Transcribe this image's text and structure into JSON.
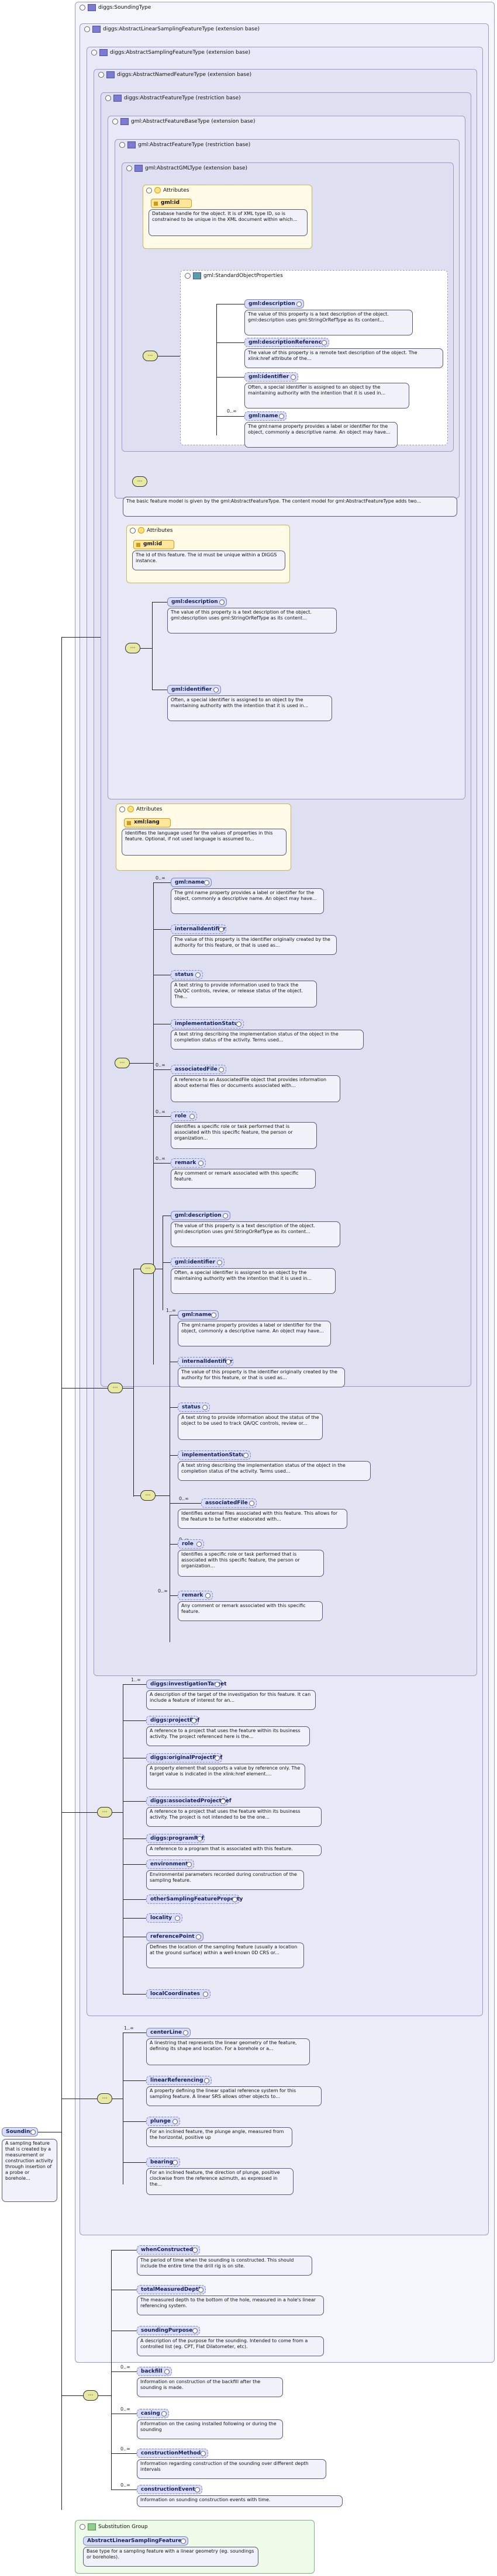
{
  "root": {
    "name": "Sounding",
    "doc": "A sampling feature that is created by a measurement or construction activity through insertion of a probe or borehole..."
  },
  "frames": {
    "sounding_type": "diggs:SoundingType",
    "abstract_linear_sampling": "diggs:AbstractLinearSamplingFeatureType (extension base)",
    "abstract_sampling": "diggs:AbstractSamplingFeatureType (extension base)",
    "abstract_named": "diggs:AbstractNamedFeatureType (extension base)",
    "abstract_feature_restr": "diggs:AbstractFeatureType (restriction base)",
    "gml_feature_base": "gml:AbstractFeatureBaseType (extension base)",
    "gml_feature_restr": "gml:AbstractFeatureType (restriction base)",
    "gml_gml_type": "gml:AbstractGMLType (extension base)"
  },
  "attributes": {
    "header": "Attributes",
    "gml_id": "gml:id",
    "gml_id_doc": "Database handle for the object. It is of XML type ID, so is constrained to be unique in the XML document within which...",
    "gml_id2": "gml:id",
    "gml_id2_doc": "The id of this feature. The id must be unique within a DIGGS instance.",
    "xml_lang": "xml:lang",
    "xml_lang_doc": "Identifies the language used for the values of properties in this feature. Optional, if not used language is assumed to..."
  },
  "std_props": {
    "group_label": "gml:StandardObjectProperties",
    "items": [
      {
        "name": "gml:description",
        "doc": "The value of this property is a text description of the object. gml:description uses gml:StringOrRefType as its content..."
      },
      {
        "name": "gml:descriptionReference",
        "doc": "The value of this property is a remote text description of the object. The xlink:href attribute of the..."
      },
      {
        "name": "gml:identifier",
        "doc": "Often, a special identifier is assigned to an object by the maintaining authority with the intention that it is used in..."
      },
      {
        "name": "gml:name",
        "doc": "The gml:name property provides a label or identifier for the object, commonly a descriptive name. An object may have..."
      }
    ]
  },
  "feature_base_doc": "The basic feature model is given by the gml:AbstractFeatureType. The content model for gml:AbstractFeatureType adds two...",
  "restr_elements": [
    {
      "name": "gml:description",
      "doc": "The value of this property is a text description of the object. gml:description uses gml:StringOrRefType as its content..."
    },
    {
      "name": "gml:identifier",
      "doc": "Often, a special identifier is assigned to an object by the maintaining authority with the intention that it is used in..."
    }
  ],
  "named_elements": [
    {
      "name": "gml:name",
      "doc": "The gml:name property provides a label or identifier for the object, commonly a descriptive name. An object may have..."
    },
    {
      "name": "internalIdentifier",
      "doc": "The value of this property is the identifier originally created by the authority for this feature, or that is used as..."
    },
    {
      "name": "status",
      "doc": "A text string to provide information used to track the QA/QC controls, review, or release status of the object. The..."
    },
    {
      "name": "implementationStatus",
      "doc": "A text string describing the implementation status of the object in the completion status of the activity. Terms used..."
    },
    {
      "name": "associatedFile",
      "doc": "A reference to an AssociatedFile object that provides information about external files or documents associated with..."
    },
    {
      "name": "role",
      "doc": "Identifies a specific role or task performed that is associated with this specific feature, the person or organization..."
    },
    {
      "name": "remark",
      "doc": "Any comment or remark associated with this specific feature."
    }
  ],
  "choice_elements": [
    {
      "name": "gml:description",
      "doc": "The value of this property is a text description of the object. gml:description uses gml:StringOrRefType as its content..."
    },
    {
      "name": "gml:identifier",
      "doc": "Often, a special identifier is assigned to an object by the maintaining authority with the intention that it is used in..."
    }
  ],
  "choice2_elements": [
    {
      "name": "gml:name",
      "doc": "The gml:name property provides a label or identifier for the object, commonly a descriptive name. An object may have..."
    },
    {
      "name": "internalIdentifier",
      "doc": "The value of this property is the identifier originally created by the authority for this feature, or that is used as..."
    },
    {
      "name": "status",
      "doc": "A text string to provide information about the status of the object to be used to track QA/QC controls, review or..."
    },
    {
      "name": "implementationStatus",
      "doc": "A text string describing the implementation status of the object in the completion status of the activity. Terms used..."
    },
    {
      "name": "associatedFile",
      "doc": "Identifies external files associated with this feature. This allows for the feature to be further elaborated with..."
    },
    {
      "name": "role",
      "doc": "Identifies a specific role or task performed that is associated with this specific feature, the person or organization..."
    },
    {
      "name": "remark",
      "doc": "Any comment or remark associated with this specific feature."
    }
  ],
  "sampling_elements": [
    {
      "name": "diggs:investigationTarget",
      "doc": "A description of the target of the investigation for this feature. It can include a feature of interest for an..."
    },
    {
      "name": "diggs:projectRef",
      "doc": "A reference to a project that uses the feature within its business activity. The project referenced here is the..."
    },
    {
      "name": "diggs:originalProjectRef",
      "doc": "A property element that supports a value by reference only. The target value is indicated in the xlink:href element...."
    },
    {
      "name": "diggs:associatedProjectRef",
      "doc": "A reference to a project that uses the feature within its business activity. The project is not intended to be the one..."
    },
    {
      "name": "diggs:programRef",
      "doc": "A reference to a program that is associated with this feature."
    },
    {
      "name": "environment",
      "doc": "Environmental parameters recorded during construction of the sampling feature."
    },
    {
      "name": "otherSamplingFeatureProperty",
      "doc": ""
    },
    {
      "name": "locality",
      "doc": ""
    },
    {
      "name": "referencePoint",
      "doc": "Defines the location of the sampling feature (usually a location at the ground surface) within a well-known 0D CRS or..."
    },
    {
      "name": "localCoordinates",
      "doc": ""
    }
  ],
  "linear_elements": [
    {
      "name": "centerLine",
      "doc": "A linestring that represents the linear geometry of the feature, defining its shape and location. For a borehole or a..."
    },
    {
      "name": "linearReferencing",
      "doc": "A property defining the linear spatial reference system for this sampling feature. A linear SRS allows other objects to..."
    },
    {
      "name": "plunge",
      "doc": "For an inclined feature, the plunge angle, measured from the horizontal, positive up"
    },
    {
      "name": "bearing",
      "doc": "For an inclined feature, the direction of plunge, positive clockwise from the reference azimuth, as expressed in the..."
    }
  ],
  "sounding_elements": [
    {
      "name": "whenConstructed",
      "doc": "The period of time when the sounding is constructed. This should include the entire time the drill rig is on site."
    },
    {
      "name": "totalMeasuredDepth",
      "doc": "The measured depth to the bottom of the hole, measured in a hole's linear referencing system."
    },
    {
      "name": "soundingPurpose",
      "doc": "A description of the purpose for the sounding. Intended to come from a controlled list (eg. CPT, Flat Dilatometer, etc)."
    },
    {
      "name": "backfill",
      "doc": "Information on construction of the backfill after the sounding is made."
    },
    {
      "name": "casing",
      "doc": "Information on the casing installed following or during the sounding"
    },
    {
      "name": "constructionMethod",
      "doc": "Information regarding construction of the sounding over different depth intervals"
    },
    {
      "name": "constructionEvent",
      "doc": "Information on sounding construction events with time."
    }
  ],
  "substitution": {
    "header": "Substitution Group",
    "name": "AbstractLinearSamplingFeature",
    "doc": "Base type for a sampling feature with a linear geometry (eg. soundings or boreholes)."
  },
  "multiplicity": {
    "many": "0..∞",
    "one_many": "1..∞"
  },
  "seq_glyph": "⋯",
  "colors": {
    "frame": "#e8e8f6",
    "element": "#d8dcf6",
    "doc": "#f1f1fa",
    "attr": "#fffbe6",
    "subst": "#eefbe9"
  }
}
